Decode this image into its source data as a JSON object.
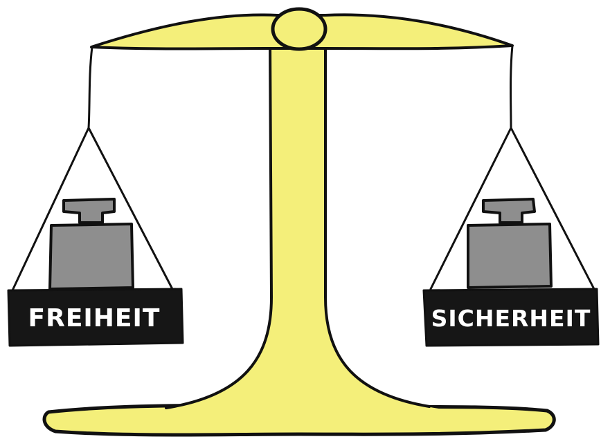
{
  "illustration": {
    "subject": "balance-scale",
    "colors": {
      "beam_and_stand": "#f4ef7a",
      "outline": "#111111",
      "weight": "#8e8e8e",
      "label_plate": "#161616",
      "label_text": "#ffffff",
      "background": "#ffffff"
    },
    "left_pan": {
      "label": "FREIHEIT"
    },
    "right_pan": {
      "label": "SICHERHEIT"
    }
  }
}
